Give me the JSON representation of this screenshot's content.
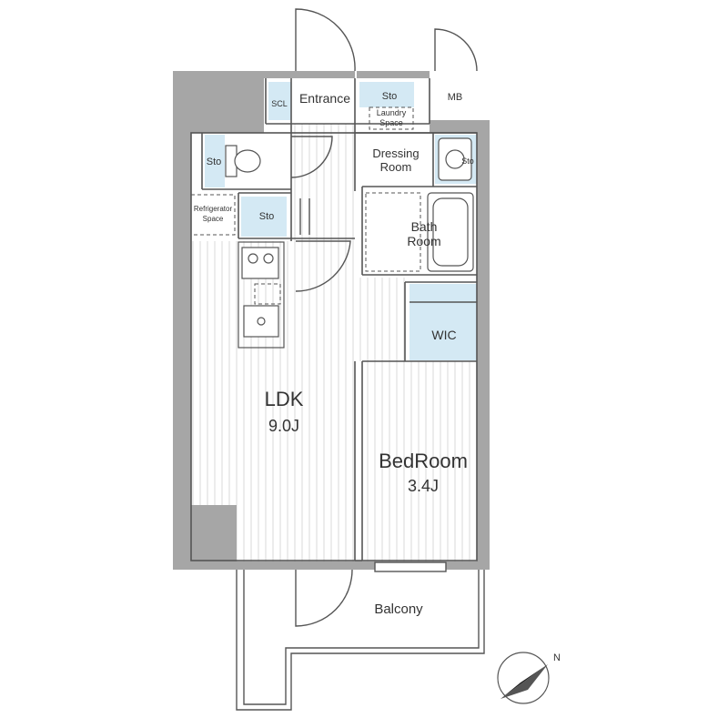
{
  "colors": {
    "wall": "#a6a6a6",
    "floor_stripe": "#e3e3e3",
    "storage_fill": "#d4e9f4",
    "line": "#555555"
  },
  "rooms": {
    "ldk": {
      "label": "LDK",
      "size": "9.0J"
    },
    "bedroom": {
      "label": "BedRoom",
      "size": "3.4J"
    },
    "entrance": "Entrance",
    "scl": "SCL",
    "sto_top": "Sto",
    "laundry": {
      "line1": "Laundry",
      "line2": "Space"
    },
    "mb": "MB",
    "dressing": {
      "line1": "Dressing",
      "line2": "Room"
    },
    "sto_dressing": "Sto",
    "sto_toilet": "Sto",
    "refrigerator": {
      "line1": "Refrigerator",
      "line2": "Space"
    },
    "sto_kitchen": "Sto",
    "bath": {
      "line1": "Bath",
      "line2": "Room"
    },
    "wic": "WIC",
    "balcony": "Balcony"
  },
  "compass": {
    "label": "N",
    "icon": "north-arrow-icon"
  }
}
